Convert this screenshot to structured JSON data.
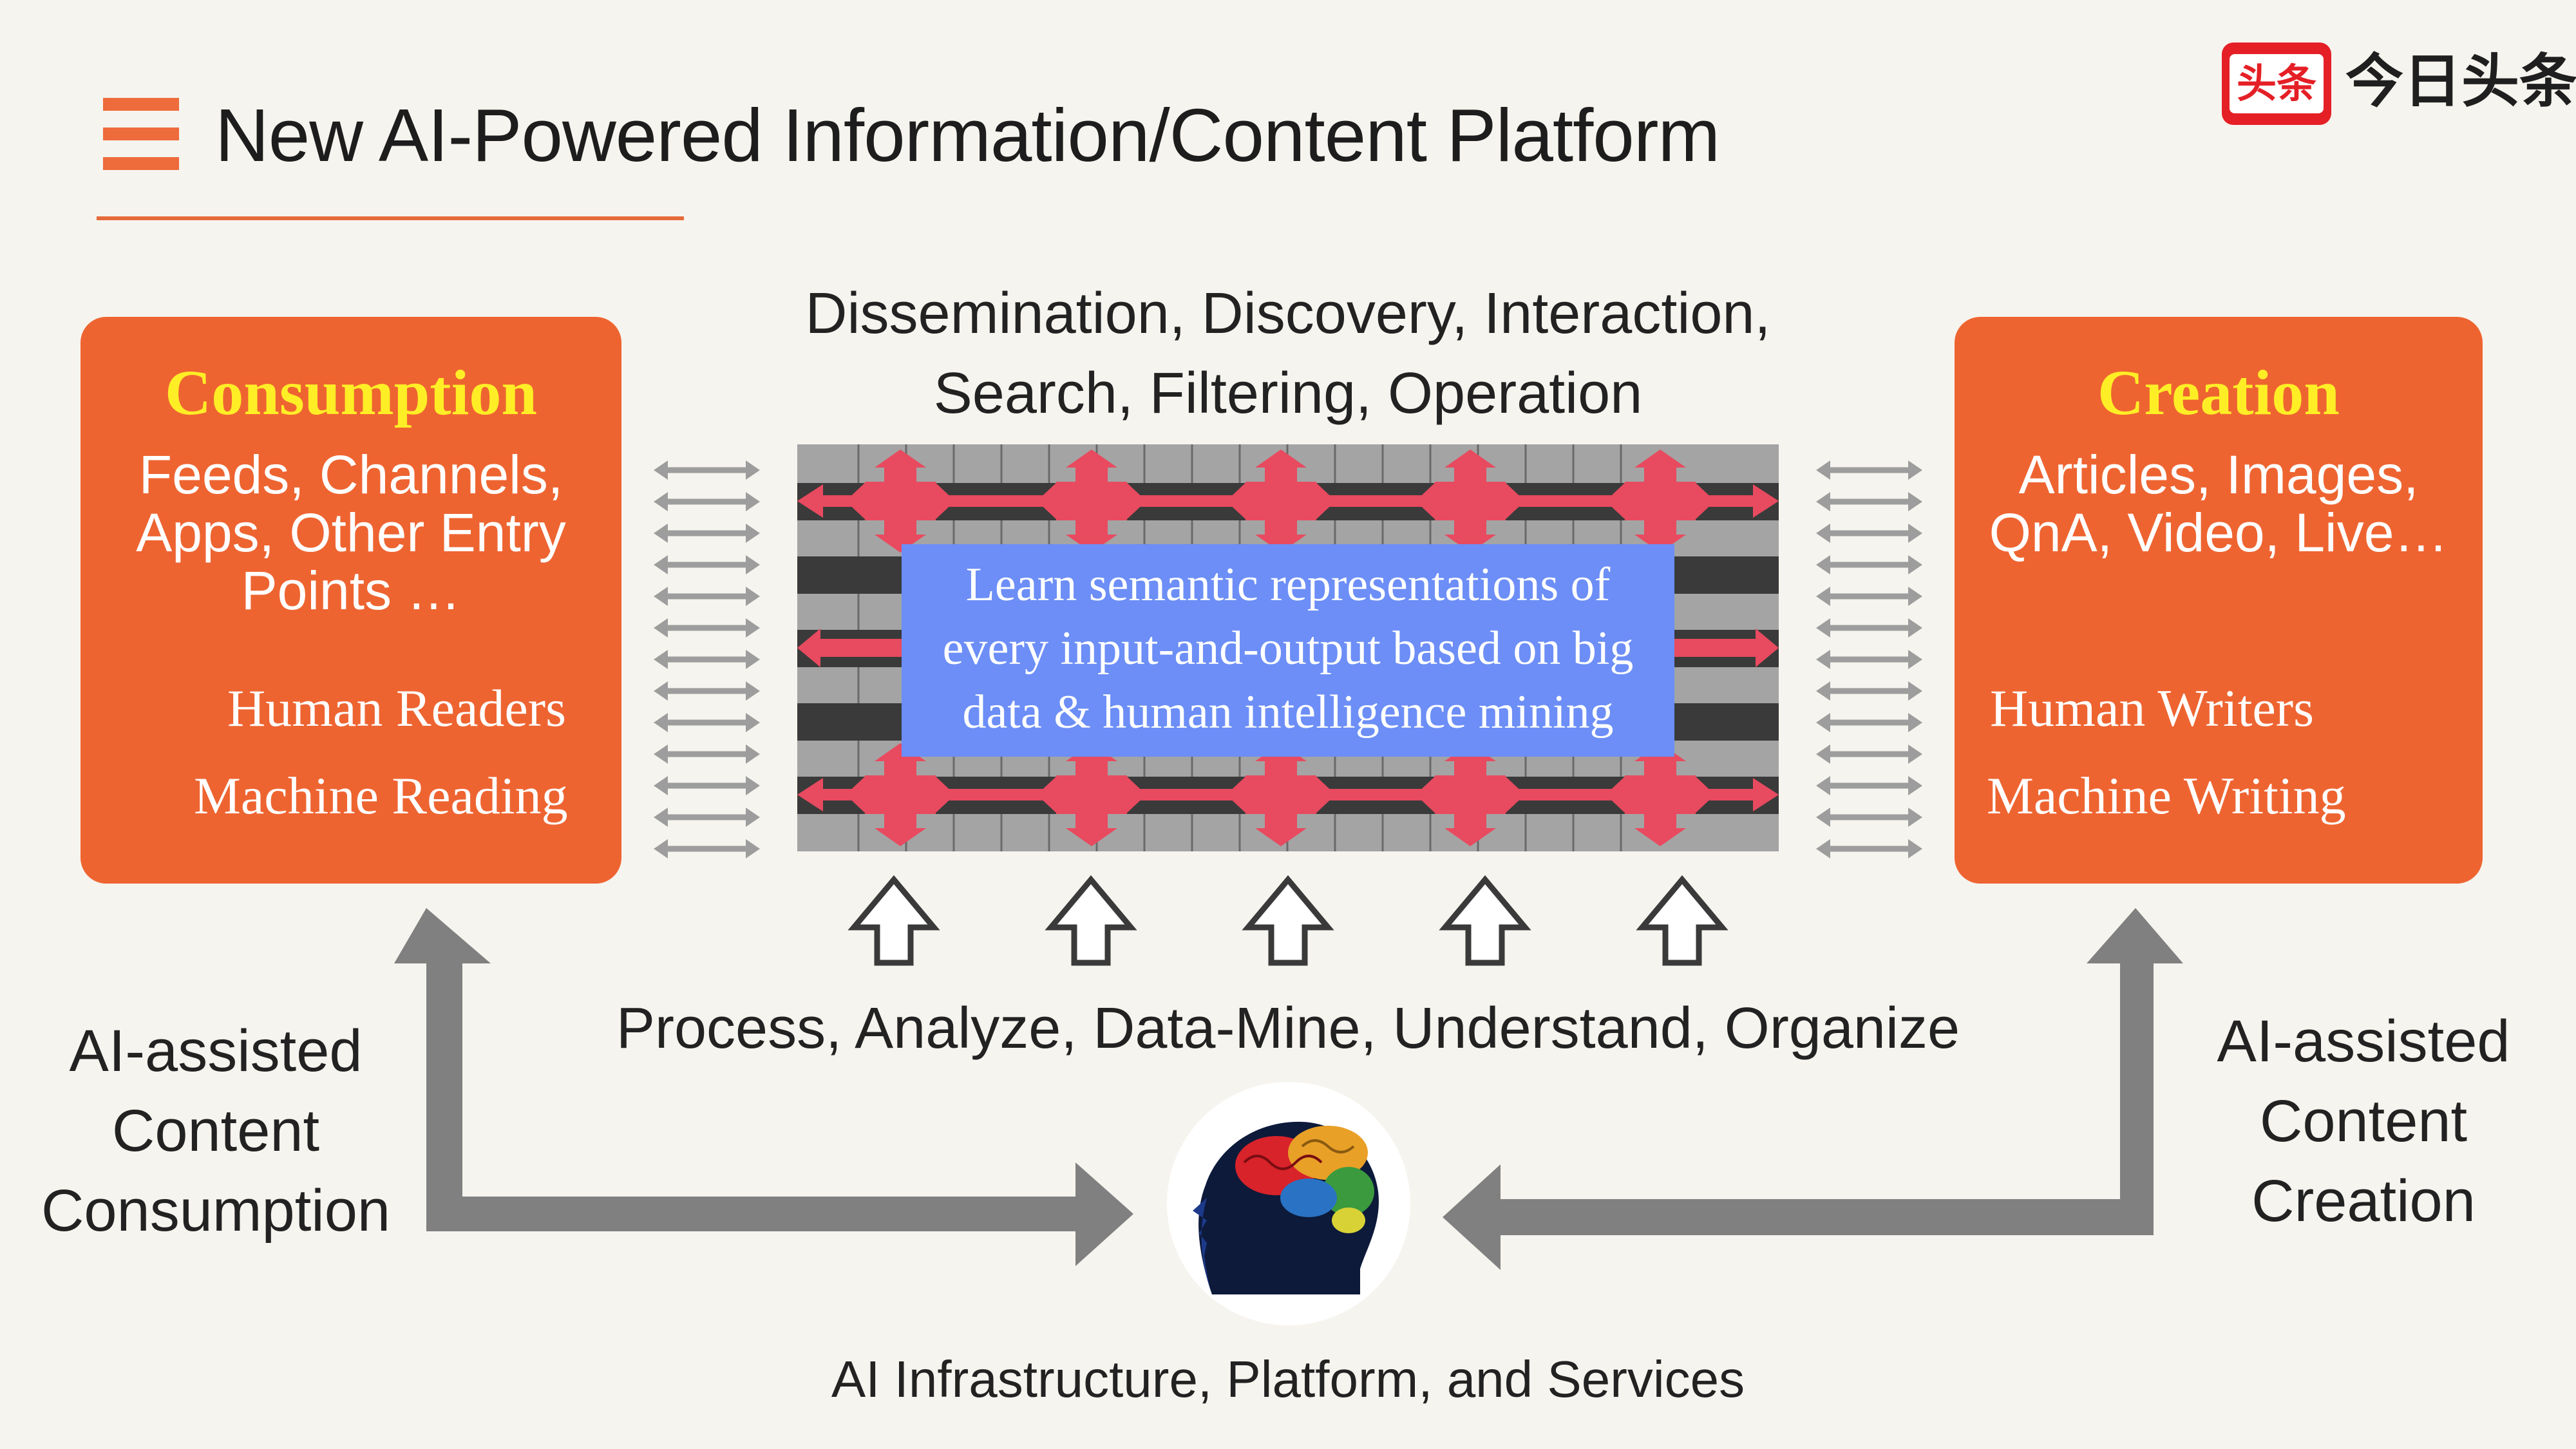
{
  "header": {
    "title": "New AI-Powered Information/Content Platform",
    "logo_badge": "头条",
    "logo_text": "今日头条",
    "menu_icon": "menu-icon"
  },
  "consumption": {
    "heading": "Consumption",
    "items": "Feeds, Channels,\nApps, Other Entry\nPoints …",
    "human": "Human Readers",
    "machine": "Machine Reading"
  },
  "creation": {
    "heading": "Creation",
    "items": "Articles, Images,\nQnA, Video, Live…",
    "human": "Human Writers",
    "machine": "Machine Writing"
  },
  "center": {
    "top_caption_line1": "Dissemination, Discovery, Interaction,",
    "top_caption_line2": "Search, Filtering, Operation",
    "grid_label": "Learn semantic representations of every input-and-output based on big data & human intelligence mining",
    "bottom_caption": "Process, Analyze, Data-Mine, Understand, Organize",
    "infrastructure_caption": "AI Infrastructure, Platform, and Services",
    "brain_icon": "brain-head-icon"
  },
  "sides": {
    "left_caption": "AI-assisted\nContent\nConsumption",
    "right_caption": "AI-assisted\nContent\nCreation"
  },
  "colors": {
    "background": "#f6f4ee",
    "accent_orange": "#ee6431",
    "heading_yellow": "#ffee26",
    "grid_label_blue": "#6c8ef6",
    "cross_red": "#e84a5f",
    "arrow_gray": "#808080"
  }
}
